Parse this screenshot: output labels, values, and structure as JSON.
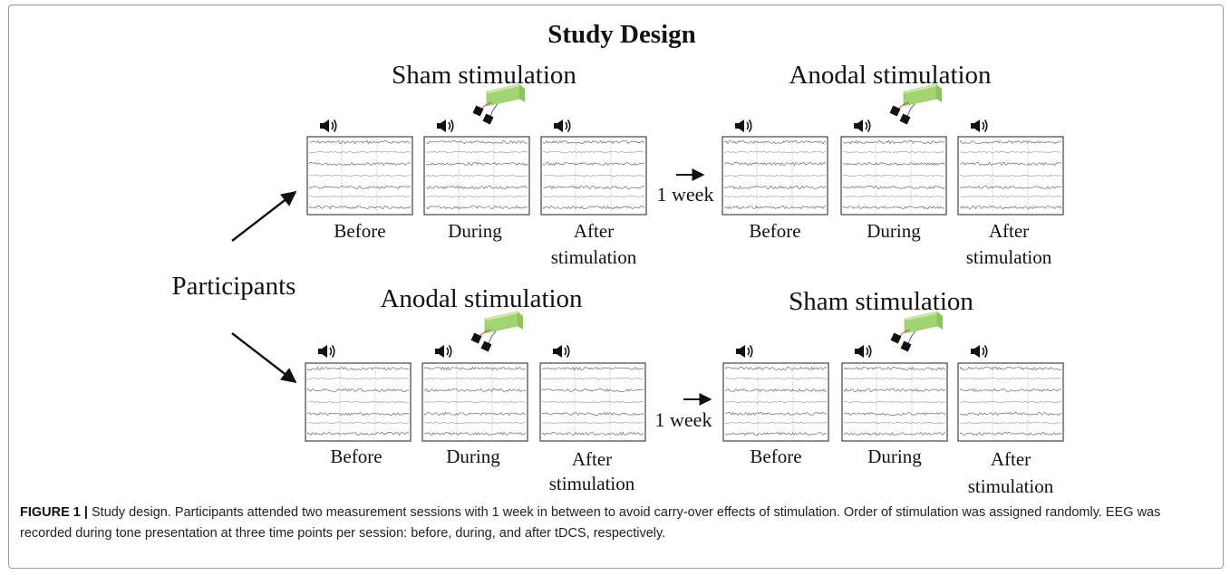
{
  "title": "Study Design",
  "participants_label": "Participants",
  "arms": [
    {
      "first_condition": "Sham stimulation",
      "second_condition": "Anodal stimulation",
      "interval": "1 week",
      "phases": [
        "Before",
        "During",
        "After",
        "stimulation"
      ]
    },
    {
      "first_condition": "Anodal stimulation",
      "second_condition": "Sham stimulation",
      "interval": "1 week",
      "phases": [
        "Before",
        "During",
        "After",
        "stimulation"
      ]
    }
  ],
  "icons": {
    "tone": "speaker-icon",
    "stimulator": "tdcs-device-icon",
    "recording": "eeg-trace-icon"
  },
  "colors": {
    "stimulator": "#9ed36a",
    "electrodes": "#111111",
    "caption_label": "#111111"
  },
  "caption": {
    "label": "FIGURE 1 |",
    "text": "Study design. Participants attended two measurement sessions with 1 week in between to avoid carry-over effects of stimulation. Order of stimulation was assigned randomly. EEG was recorded during tone presentation at three time points per session: before, during, and after tDCS, respectively."
  }
}
